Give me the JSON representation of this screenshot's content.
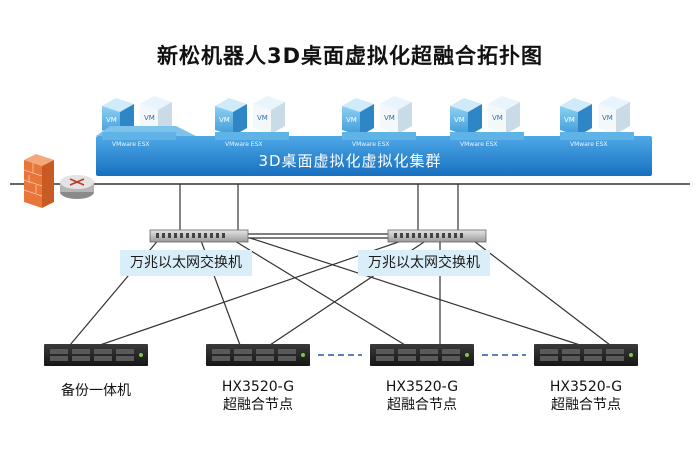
{
  "title": "新松机器人3D桌面虚拟化超融合拓扑图",
  "cluster": {
    "label": "3D桌面虚拟化虚拟化集群",
    "hosts": [
      {
        "tag": "VMware ESX"
      },
      {
        "tag": "VMware ESX"
      },
      {
        "tag": "VMware ESX"
      },
      {
        "tag": "VMware ESX"
      },
      {
        "tag": "VMware ESX"
      }
    ]
  },
  "switches": [
    {
      "label": "万兆以太网交换机"
    },
    {
      "label": "万兆以太网交换机"
    }
  ],
  "nodes": [
    {
      "label": "备份一体机",
      "sublabel": ""
    },
    {
      "label": "HX3520-G",
      "sublabel": "超融合节点"
    },
    {
      "label": "HX3520-G",
      "sublabel": "超融合节点"
    },
    {
      "label": "HX3520-G",
      "sublabel": "超融合节点"
    }
  ],
  "colors": {
    "cluster_bar": "#1f86d8",
    "cube_light": "#6fbde8",
    "cube_dark": "#2b8fd3",
    "firewall": "#e8753a",
    "switch_label_bg": "#d9eef8",
    "network_line": "#333333",
    "dash_line": "#5b7fb8"
  },
  "icons": [
    "firewall-icon",
    "router-icon",
    "switch-icon",
    "server-icon",
    "vm-cube-icon"
  ]
}
